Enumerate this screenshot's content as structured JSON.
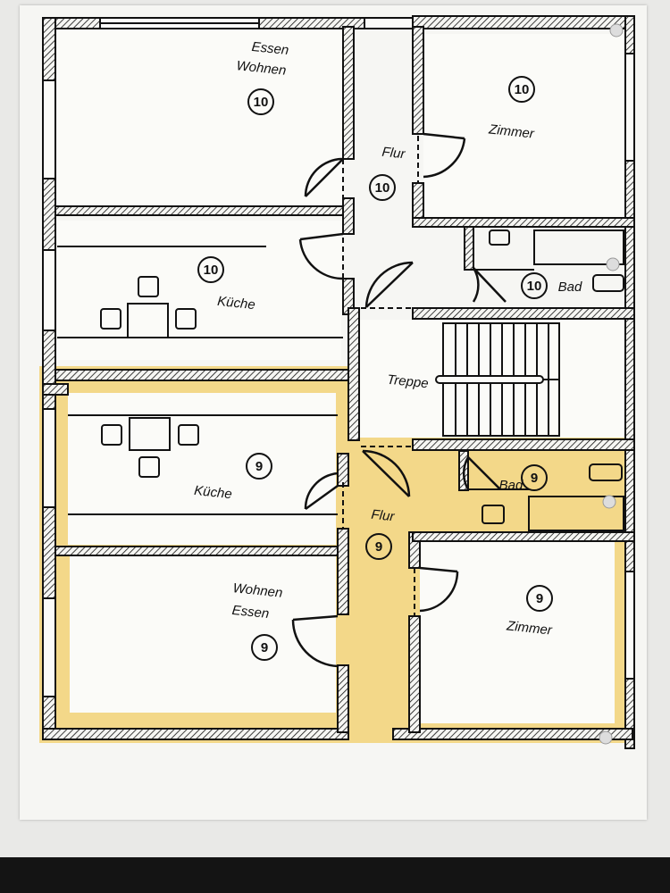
{
  "floor_10": {
    "living": {
      "line1": "Essen",
      "line2": "Wohnen",
      "unit": "10"
    },
    "room": {
      "label": "Zimmer",
      "unit": "10"
    },
    "hall": {
      "label": "Flur",
      "unit": "10"
    },
    "kitchen": {
      "label": "Küche",
      "unit": "10"
    },
    "bath": {
      "label": "Bad",
      "unit": "10"
    }
  },
  "stairs": {
    "label": "Treppe"
  },
  "floor_9": {
    "kitchen": {
      "label": "Küche",
      "unit": "9"
    },
    "bath": {
      "label": "Bad",
      "unit": "9"
    },
    "hall": {
      "label": "Flur",
      "unit": "9"
    },
    "living": {
      "line1": "Wohnen",
      "line2": "Essen",
      "unit": "9"
    },
    "room": {
      "label": "Zimmer",
      "unit": "9"
    }
  },
  "colors": {
    "highlight": "#f3d889",
    "paper": "#f6f6f3",
    "ink": "#111111"
  }
}
